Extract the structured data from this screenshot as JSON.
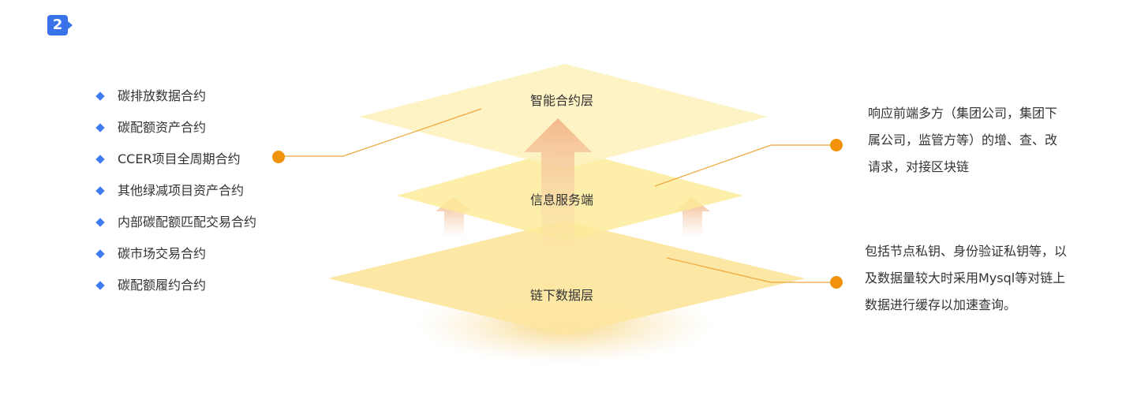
{
  "step_badge": "2",
  "contracts": [
    "碳排放数据合约",
    "碳配额资产合约",
    "CCER项目全周期合约",
    "其他绿减项目资产合约",
    "内部碳配额匹配交易合约",
    "碳市场交易合约",
    "碳配额履约合约"
  ],
  "layers": {
    "top": "智能合约层",
    "middle": "信息服务端",
    "bottom": "链下数据层"
  },
  "descriptions": {
    "middle": "响应前端多方（集团公司，集团下属公司，监管方等）的增、查、改请求，对接区块链",
    "bottom": "包括节点私钥、身份验证私钥等，以及数据量较大时采用Mysql等对链上数据进行缓存以加速查询。"
  },
  "colors": {
    "accent": "#3a72ec",
    "connector": "#f0930a"
  }
}
